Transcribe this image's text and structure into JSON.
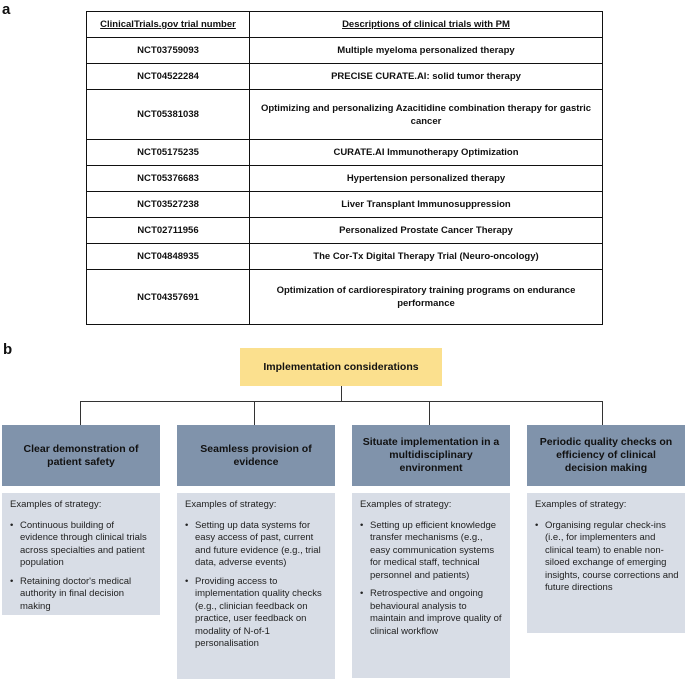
{
  "panel_a_label": "a",
  "panel_b_label": "b",
  "table": {
    "headers": [
      "ClinicalTrials.gov trial number",
      "Descriptions of clinical trials with PM"
    ],
    "rows": [
      [
        "NCT03759093",
        "Multiple myeloma personalized therapy"
      ],
      [
        "NCT04522284",
        "PRECISE CURATE.AI: solid tumor therapy"
      ],
      [
        "NCT05381038",
        "Optimizing and personalizing Azacitidine combination therapy for gastric cancer"
      ],
      [
        "NCT05175235",
        "CURATE.AI Immunotherapy Optimization"
      ],
      [
        "NCT05376683",
        "Hypertension personalized therapy"
      ],
      [
        "NCT03527238",
        "Liver Transplant Immunosuppression"
      ],
      [
        "NCT02711956",
        "Personalized Prostate Cancer Therapy"
      ],
      [
        "NCT04848935",
        "The Cor-Tx Digital Therapy Trial (Neuro-oncology)"
      ],
      [
        "NCT04357691",
        "Optimization of cardiorespiratory training programs on endurance performance"
      ]
    ]
  },
  "diagram": {
    "top_box": "Implementation considerations",
    "colors": {
      "top_box": "#fbe08e",
      "head_box": "#8093ab",
      "strategy_box": "#d8dde6"
    },
    "columns": [
      {
        "heading": "Clear demonstration of patient safety",
        "strategy_title": "Examples of strategy:",
        "items": [
          "Continuous building of evidence through clinical trials across specialties and patient population",
          "Retaining doctor's medical authority in final decision making"
        ]
      },
      {
        "heading": "Seamless provision of evidence",
        "strategy_title": "Examples of strategy:",
        "items": [
          "Setting up data systems for easy access of past, current and future evidence (e.g., trial data, adverse events)",
          "Providing access to implementation quality checks (e.g., clinician feedback on practice, user feedback on modality of N-of-1 personalisation"
        ]
      },
      {
        "heading": "Situate implementation in a multidisciplinary environment",
        "strategy_title": "Examples of strategy:",
        "items": [
          "Setting up efficient knowledge transfer mechanisms (e.g., easy communication systems for medical staff, technical personnel and patients)",
          "Retrospective and ongoing behavioural analysis to maintain and improve quality of clinical workflow"
        ]
      },
      {
        "heading": "Periodic quality checks on efficiency of clinical decision making",
        "strategy_title": "Examples of strategy:",
        "items": [
          "Organising regular check-ins (i.e., for implementers and clinical team) to enable non-siloed exchange of emerging insights, course corrections and future directions"
        ]
      }
    ]
  }
}
